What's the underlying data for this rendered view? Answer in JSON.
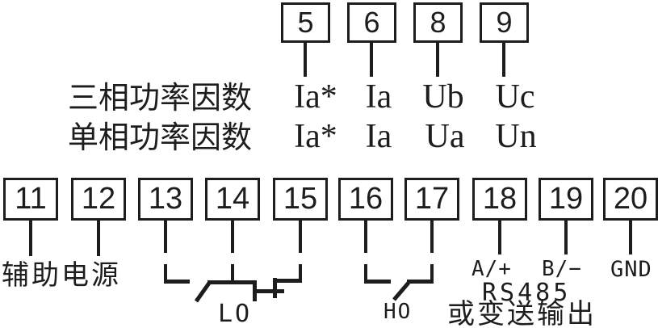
{
  "colors": {
    "line": "#1d1d1d",
    "background": "#ffffff"
  },
  "top_section": {
    "terminals": [
      {
        "number": "5"
      },
      {
        "number": "6"
      },
      {
        "number": "8"
      },
      {
        "number": "9"
      }
    ],
    "rows": [
      {
        "label": "三相功率因数",
        "signals": [
          "Ia*",
          "Ia",
          "Ub",
          "Uc"
        ]
      },
      {
        "label": "单相功率因数",
        "signals": [
          "Ia*",
          "Ia",
          "Ua",
          "Un"
        ]
      }
    ]
  },
  "bottom_section": {
    "terminals": [
      {
        "number": "11"
      },
      {
        "number": "12"
      },
      {
        "number": "13"
      },
      {
        "number": "14"
      },
      {
        "number": "15"
      },
      {
        "number": "16"
      },
      {
        "number": "17"
      },
      {
        "number": "18"
      },
      {
        "number": "19"
      },
      {
        "number": "20"
      }
    ],
    "labels": {
      "aux_power": "辅助电源",
      "relay_lo": "LO",
      "relay_ho": "HO",
      "rs485_a": "A/+",
      "rs485_b": "B/−",
      "gnd": "GND",
      "rs485": "RS485",
      "rs485_alt": "或变送输出"
    }
  }
}
